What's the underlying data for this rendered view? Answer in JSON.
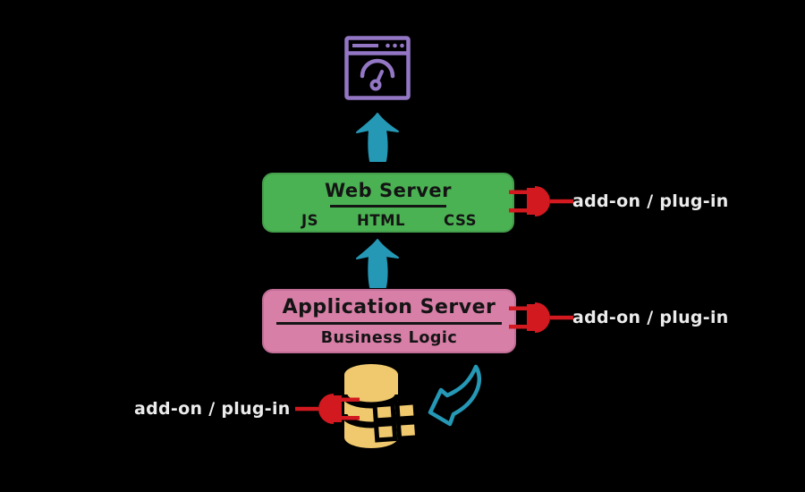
{
  "diagram": {
    "browser": {
      "icon": "browser-speedometer-icon"
    },
    "web_server": {
      "title": "Web Server",
      "items": [
        "JS",
        "HTML",
        "CSS"
      ]
    },
    "app_server": {
      "title": "Application Server",
      "subtitle": "Business Logic"
    },
    "database": {
      "icon": "database-table-icon"
    },
    "plugins": {
      "web_server_label": "add-on / plug-in",
      "app_server_label": "add-on / plug-in",
      "database_label": "add-on / plug-in"
    },
    "icons": {
      "flow": "up-arrow-icon",
      "connector": "plug-icon",
      "db_link": "curved-arrow-icon"
    }
  },
  "colors": {
    "bg": "#000000",
    "green": "#4bb253",
    "pink": "#d77fa7",
    "teal": "#2598b6",
    "purple": "#9377c5",
    "yellow": "#f0c96e",
    "red": "#d2191f",
    "box-text": "#141414",
    "label-text": "#ececec"
  }
}
